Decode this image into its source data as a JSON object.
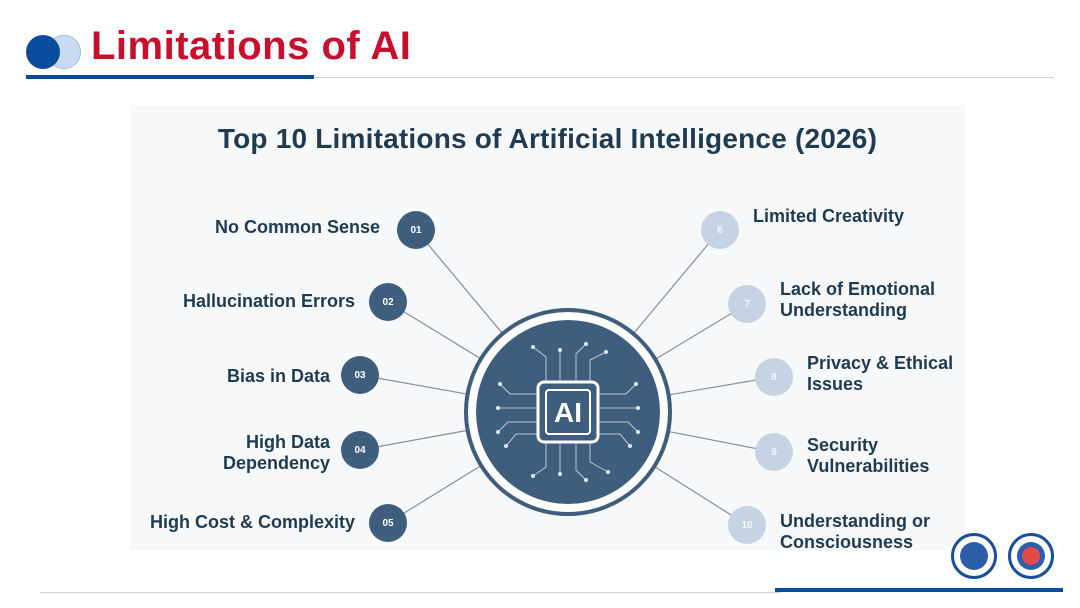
{
  "slide": {
    "title": "Limitations of AI"
  },
  "infographic": {
    "heading": "Top 10 Limitations of Artificial Intelligence (2026)",
    "center_label": "AI",
    "left_items": [
      {
        "number": "01",
        "lines": [
          "No Common Sense"
        ]
      },
      {
        "number": "02",
        "lines": [
          "Hallucination Errors"
        ]
      },
      {
        "number": "03",
        "lines": [
          "Bias in Data"
        ]
      },
      {
        "number": "04",
        "lines": [
          "High Data",
          "Dependency"
        ]
      },
      {
        "number": "05",
        "lines": [
          "High Cost & Complexity"
        ]
      }
    ],
    "right_items": [
      {
        "number": "6",
        "lines": [
          "Limited Creativity"
        ]
      },
      {
        "number": "7",
        "lines": [
          "Lack of Emotional",
          "Understanding"
        ]
      },
      {
        "number": "8",
        "lines": [
          "Privacy & Ethical",
          "Issues"
        ]
      },
      {
        "number": "9",
        "lines": [
          "Security",
          "Vulnerabilities"
        ]
      },
      {
        "number": "10",
        "lines": [
          "Understanding or",
          "Consciousness"
        ]
      }
    ],
    "colors": {
      "dark_node": "#3f5d7d",
      "light_node": "#c6d3e2",
      "center": "#3f5d7d",
      "text": "#1f3b52"
    }
  },
  "colors": {
    "title_red": "#c8102e",
    "accent_blue": "#0a4c9c"
  },
  "logos": [
    "university-seal-icon",
    "medical-university-seal-icon"
  ]
}
